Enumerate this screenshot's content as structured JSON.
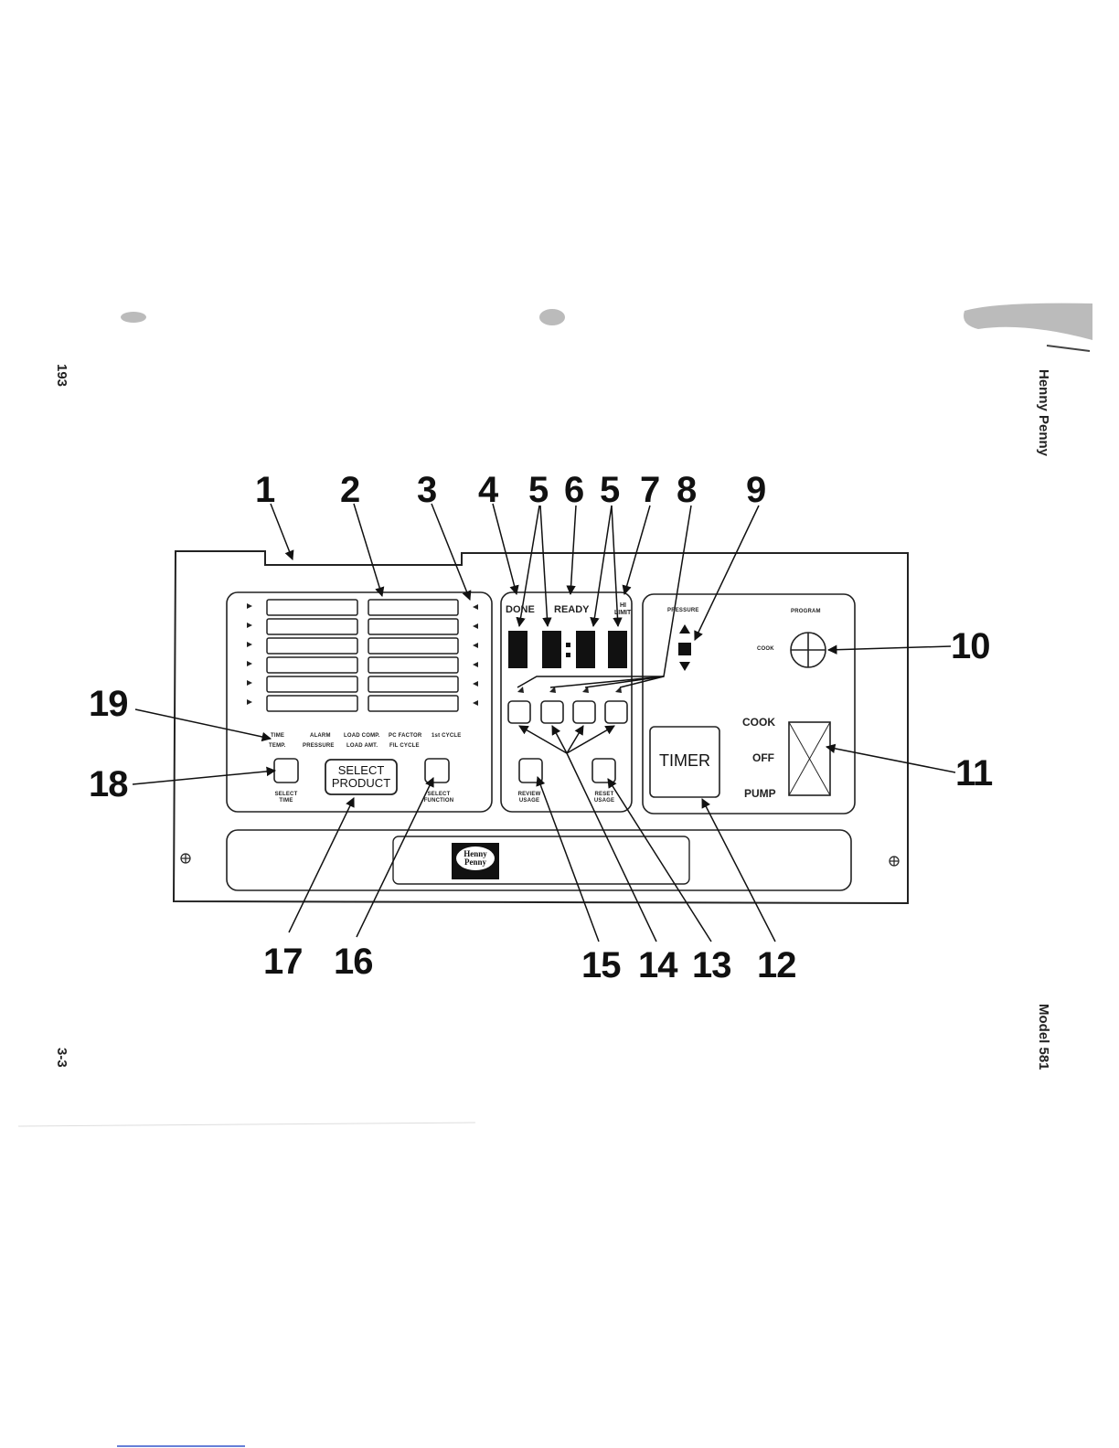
{
  "page": {
    "page_number_top": "193",
    "page_number_bottom": "3-3",
    "brand_side": "Henny Penny",
    "model_side": "Model 581"
  },
  "panel": {
    "indicators_left": [
      "TIME",
      "TEMP."
    ],
    "function_labels_row1": [
      "ALARM",
      "LOAD COMP.",
      "PC FACTOR",
      "1st CYCLE"
    ],
    "function_labels_row2": [
      "PRESSURE",
      "LOAD AMT.",
      "FIL CYCLE"
    ],
    "select_time_label": "SELECT TIME",
    "select_product_label_line1": "SELECT",
    "select_product_label_line2": "PRODUCT",
    "select_function_label": "SELECT FUNCTION",
    "done_label": "DONE",
    "ready_label": "READY",
    "hi_limit_label_line1": "HI",
    "hi_limit_label_line2": "LIMIT",
    "review_usage_label": "REVIEW USAGE",
    "reset_usage_label": "RESET USAGE",
    "pressure_label": "PRESSURE",
    "program_label": "PROGRAM",
    "cook_small_label": "COOK",
    "timer_label": "TIMER",
    "switch_cook": "COOK",
    "switch_off": "OFF",
    "switch_pump": "PUMP",
    "logo_line1": "Henny",
    "logo_line2": "Penny"
  },
  "callouts": {
    "top": [
      "1",
      "2",
      "3",
      "4",
      "5",
      "6",
      "5",
      "7",
      "8",
      "9"
    ],
    "right": [
      "10",
      "11"
    ],
    "left": [
      "19",
      "18"
    ],
    "bottom": [
      "17",
      "16",
      "15",
      "14",
      "13",
      "12"
    ]
  }
}
